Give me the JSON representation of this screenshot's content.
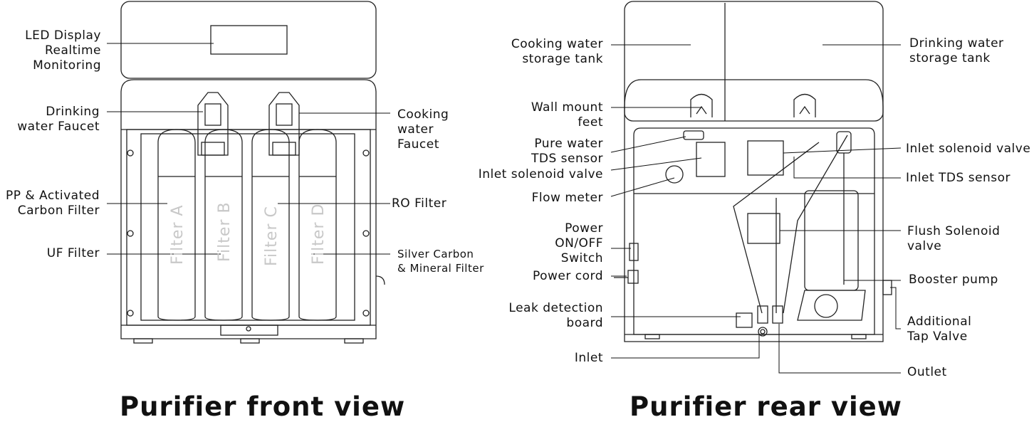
{
  "front": {
    "title": "Purifier front view",
    "labels": {
      "led": [
        "LED Display",
        "Realtime",
        "Monitoring"
      ],
      "drinking_faucet": [
        "Drinking",
        "water Faucet"
      ],
      "pp": [
        "PP & Activated",
        "Carbon Filter"
      ],
      "uf": [
        "UF Filter"
      ],
      "cooking_faucet": [
        "Cooking",
        "water",
        "Faucet"
      ],
      "ro": [
        "RO Filter"
      ],
      "silver": [
        "Silver Carbon",
        "& Mineral Filter"
      ]
    },
    "filters": [
      "Filter A",
      "Filter B",
      "Filter C",
      "Filter D"
    ]
  },
  "rear": {
    "title": "Purifier rear view",
    "labels": {
      "cooking_tank": [
        "Cooking water",
        "storage tank"
      ],
      "wall_mount": [
        "Wall mount",
        "feet"
      ],
      "pure_tds": [
        "Pure water",
        "TDS sensor"
      ],
      "inlet_valve_left": [
        "Inlet solenoid valve"
      ],
      "flow_meter": [
        "Flow meter"
      ],
      "power_switch": [
        "Power",
        "ON/OFF",
        "Switch"
      ],
      "power_cord": [
        "Power cord"
      ],
      "leak_board": [
        "Leak detection",
        "board"
      ],
      "inlet": [
        "Inlet"
      ],
      "drinking_tank": [
        "Drinking water",
        "storage tank"
      ],
      "inlet_valve_right": [
        "Inlet solenoid valve"
      ],
      "inlet_tds": [
        "Inlet TDS sensor"
      ],
      "flush_valve": [
        "Flush Solenoid",
        "valve"
      ],
      "booster_pump": [
        "Booster pump"
      ],
      "tap_valve": [
        "Additional",
        "Tap Valve"
      ],
      "outlet": [
        "Outlet"
      ]
    }
  }
}
